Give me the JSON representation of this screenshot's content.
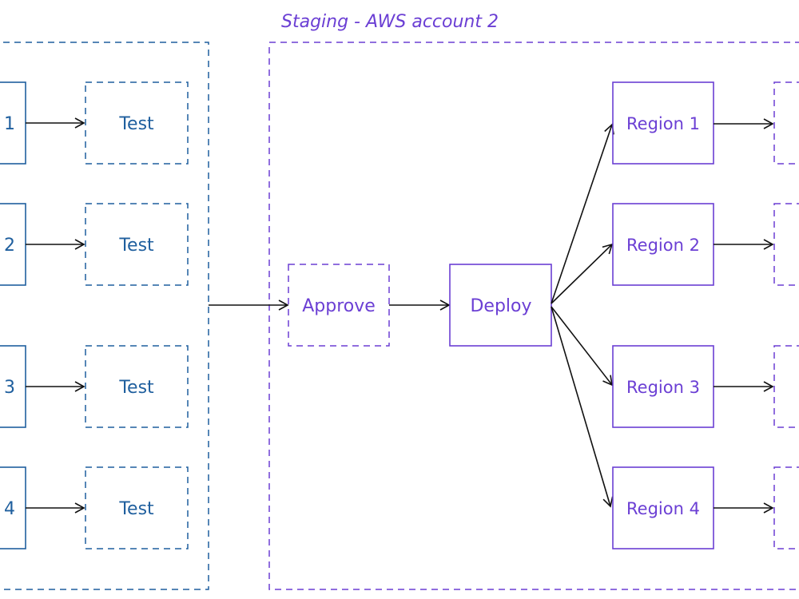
{
  "colors": {
    "blue": "#1f5f9e",
    "purple": "#6b3fd4",
    "arrow": "#111111",
    "background": "#ffffff"
  },
  "left_group": {
    "sources": [
      "1",
      "2",
      "3",
      "4"
    ],
    "tests": [
      "Test",
      "Test",
      "Test",
      "Test"
    ]
  },
  "staging": {
    "title": "Staging - AWS account 2",
    "approve": "Approve",
    "deploy": "Deploy",
    "regions": [
      "Region 1",
      "Region 2",
      "Region 3",
      "Region 4"
    ]
  }
}
